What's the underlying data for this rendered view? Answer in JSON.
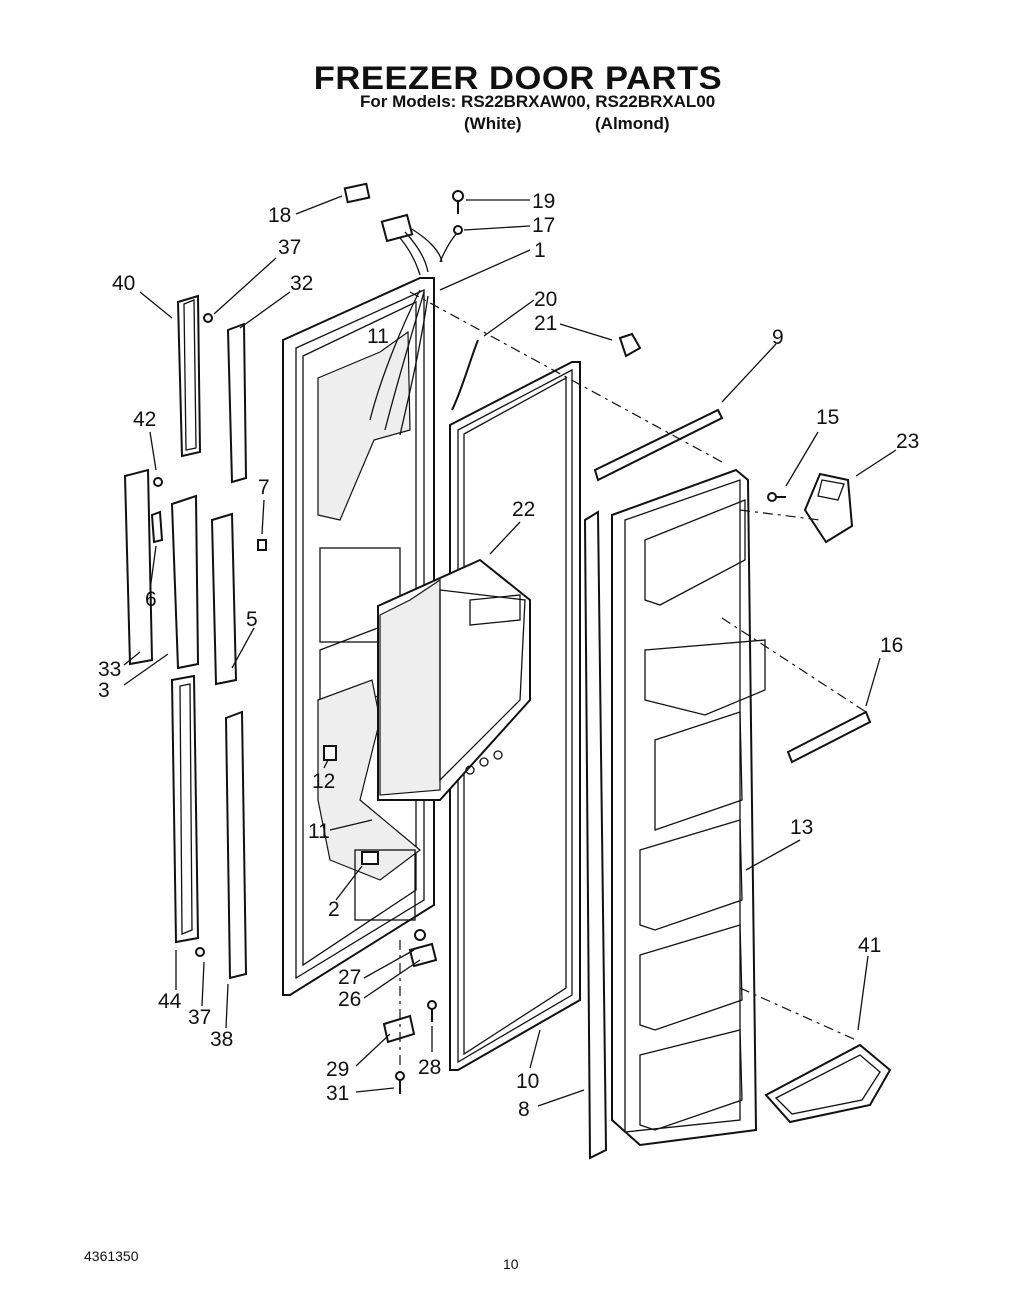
{
  "header": {
    "title": "FREEZER DOOR PARTS",
    "models_line": "For Models: RS22BRXAW00, RS22BRXAL00",
    "color_white": "(White)",
    "color_almond": "(Almond)"
  },
  "footer": {
    "doc_number": "4361350",
    "page_number": "10"
  },
  "callouts": {
    "c18": "18",
    "c19": "19",
    "c17": "17",
    "c1": "1",
    "c37a": "37",
    "c32": "32",
    "c40": "40",
    "c20": "20",
    "c21": "21",
    "c9": "9",
    "c11a": "11",
    "c42": "42",
    "c15": "15",
    "c23": "23",
    "c7": "7",
    "c22": "22",
    "c6": "6",
    "c5": "5",
    "c33": "33",
    "c3": "3",
    "c16": "16",
    "c12": "12",
    "c11b": "11",
    "c13": "13",
    "c2": "2",
    "c41": "41",
    "c27": "27",
    "c26": "26",
    "c44": "44",
    "c37b": "37",
    "c38": "38",
    "c29": "29",
    "c28": "28",
    "c10": "10",
    "c31": "31",
    "c8": "8"
  }
}
